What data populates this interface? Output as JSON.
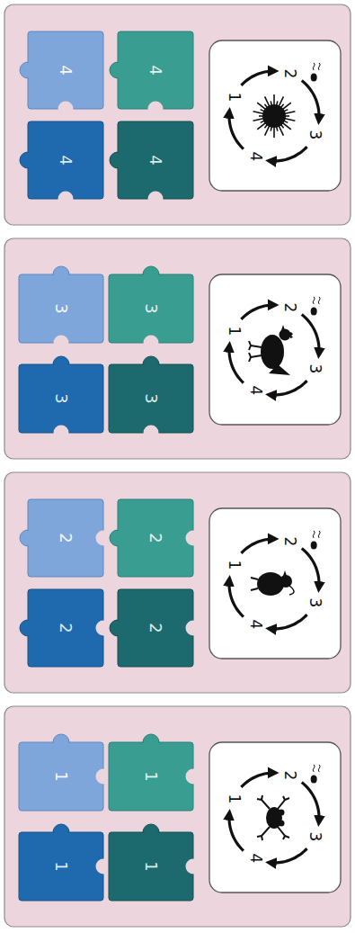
{
  "diagram": {
    "nodes": [
      {
        "text": [
          "4"
        ]
      },
      {
        "text": [
          "4"
        ]
      },
      {
        "text": [
          "4"
        ]
      },
      {
        "text": [
          "4"
        ]
      },
      {
        "text": [
          "3"
        ]
      },
      {
        "text": [
          "3"
        ]
      },
      {
        "text": [
          "3"
        ]
      },
      {
        "text": [
          "3"
        ]
      },
      {
        "text": [
          "2"
        ]
      },
      {
        "text": [
          "2"
        ]
      },
      {
        "text": [
          "2"
        ]
      },
      {
        "text": [
          "2"
        ]
      },
      {
        "text": [
          "1"
        ]
      },
      {
        "text": [
          "1"
        ]
      },
      {
        "text": [
          "1"
        ]
      },
      {
        "text": [
          "1"
        ]
      }
    ],
    "labels": [
      "1",
      "2",
      "3",
      "4",
      "1",
      "2",
      "3",
      "4",
      "1",
      "2",
      "3",
      "4",
      "1",
      "2",
      "3",
      "4"
    ]
  }
}
